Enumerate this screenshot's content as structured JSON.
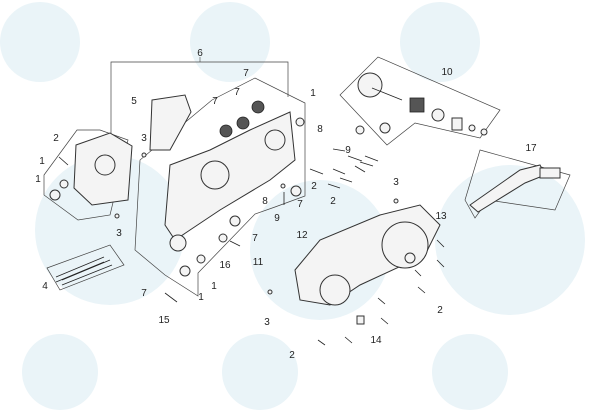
{
  "diagram": {
    "title": "",
    "callouts": [
      "6",
      "10",
      "5",
      "7",
      "7",
      "7",
      "1",
      "2",
      "3",
      "1",
      "1",
      "8",
      "9",
      "2",
      "2",
      "17",
      "3",
      "13",
      "8",
      "9",
      "7",
      "12",
      "7",
      "16",
      "11",
      "4",
      "7",
      "1",
      "1",
      "15",
      "3",
      "3",
      "2",
      "14",
      "2"
    ]
  }
}
